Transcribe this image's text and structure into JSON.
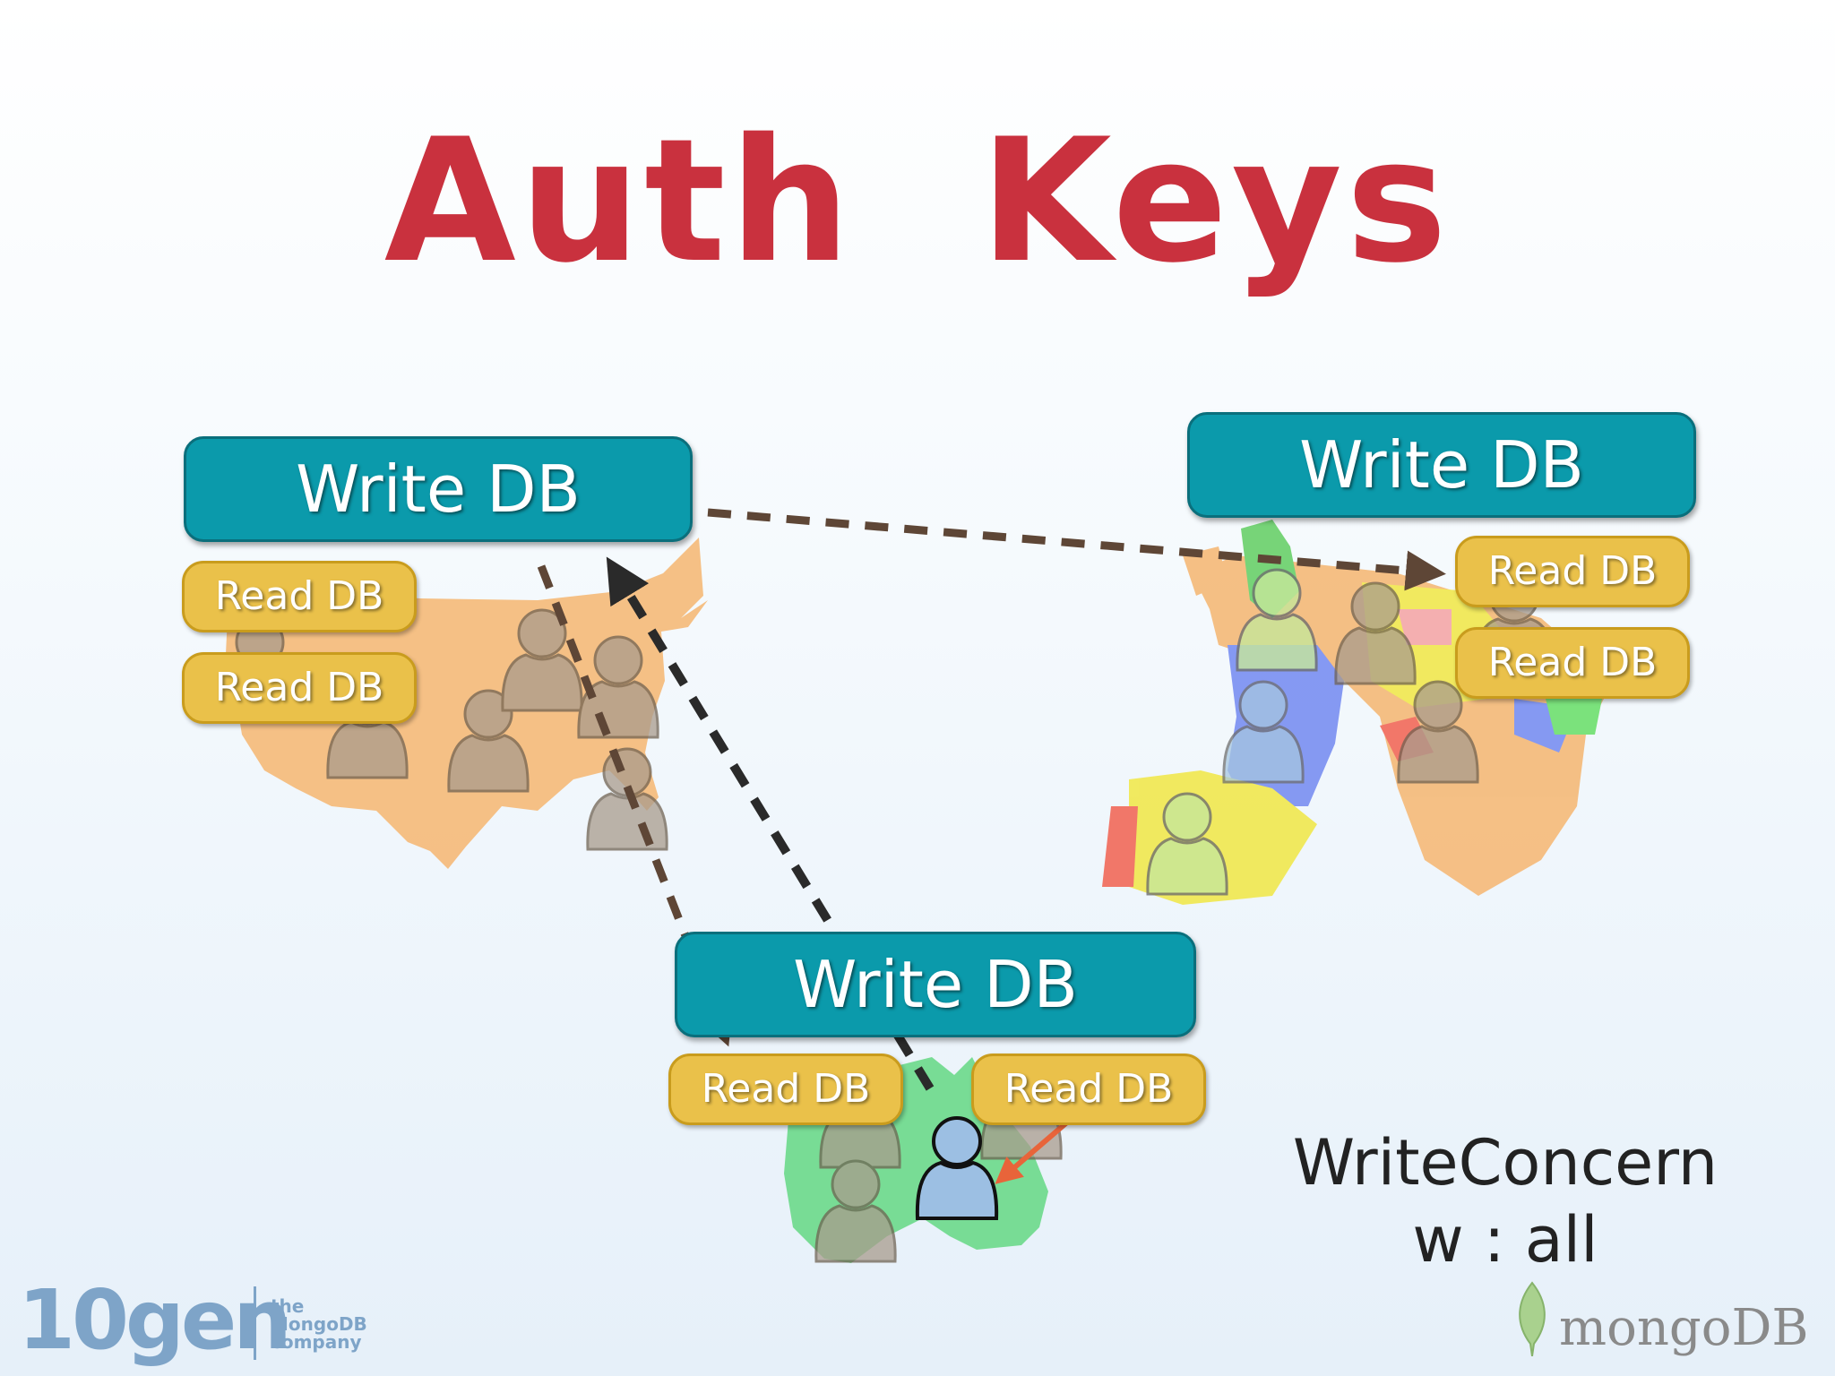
{
  "title": "Auth  Keys",
  "regions": [
    {
      "name": "usa",
      "write_db": "Write DB",
      "read_dbs": [
        "Read DB",
        "Read DB"
      ]
    },
    {
      "name": "europe",
      "write_db": "Write DB",
      "read_dbs": [
        "Read DB",
        "Read DB"
      ]
    },
    {
      "name": "australia",
      "write_db": "Write DB",
      "read_dbs": [
        "Read DB",
        "Read DB"
      ]
    }
  ],
  "write_concern": {
    "line1": "WriteConcern",
    "line2": "w : all"
  },
  "logos": {
    "company": "10gen",
    "company_sub": "the MongoDB company",
    "product": "mongoDB"
  },
  "colors": {
    "title": "#c9313e",
    "write_db": "#0b9aab",
    "read_db": "#eac14a",
    "arrow_brown": "#5e4636",
    "arrow_dark": "#2a2a2a",
    "arrow_red": "#e8643a"
  }
}
